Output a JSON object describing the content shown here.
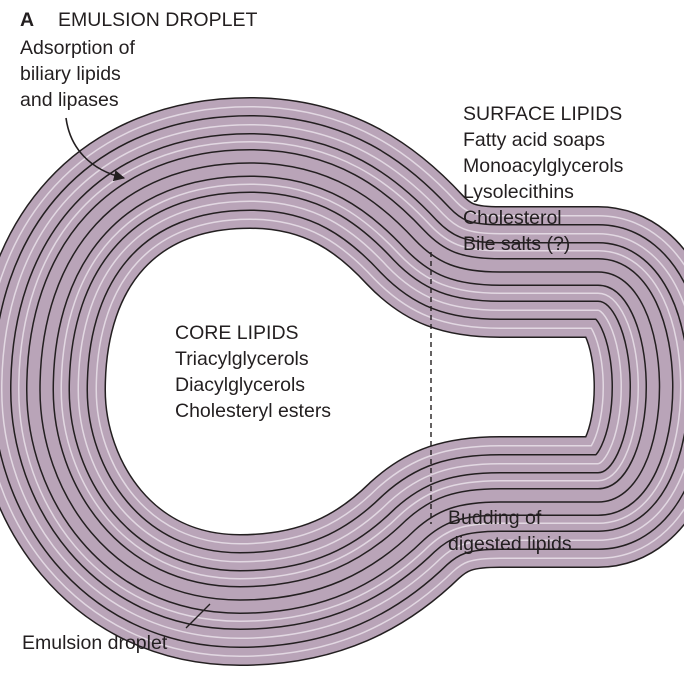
{
  "panel": {
    "letter": "A",
    "title": "EMULSION DROPLET"
  },
  "adsorption_note": [
    "Adsorption of",
    "biliary lipids",
    "and lipases"
  ],
  "surface_lipids": {
    "heading": "SURFACE LIPIDS",
    "items": [
      "Fatty acid soaps",
      "Monoacylglycerols",
      "Lysolecithins",
      "Cholesterol",
      "Bile salts (?)"
    ]
  },
  "core_lipids": {
    "heading": "CORE LIPIDS",
    "items": [
      "Triacylglycerols",
      "Diacylglycerols",
      "Cholesteryl esters"
    ]
  },
  "budding_note": [
    "Budding of",
    "digested lipids"
  ],
  "droplet_label": "Emulsion droplet",
  "colors": {
    "membrane": "#b9a4b8",
    "membrane_line": "#231f20",
    "membrane_highlight": "#e2d8e2",
    "core_top": "#efc79a",
    "core_bottom": "#fbecdc",
    "text": "#231f20"
  }
}
